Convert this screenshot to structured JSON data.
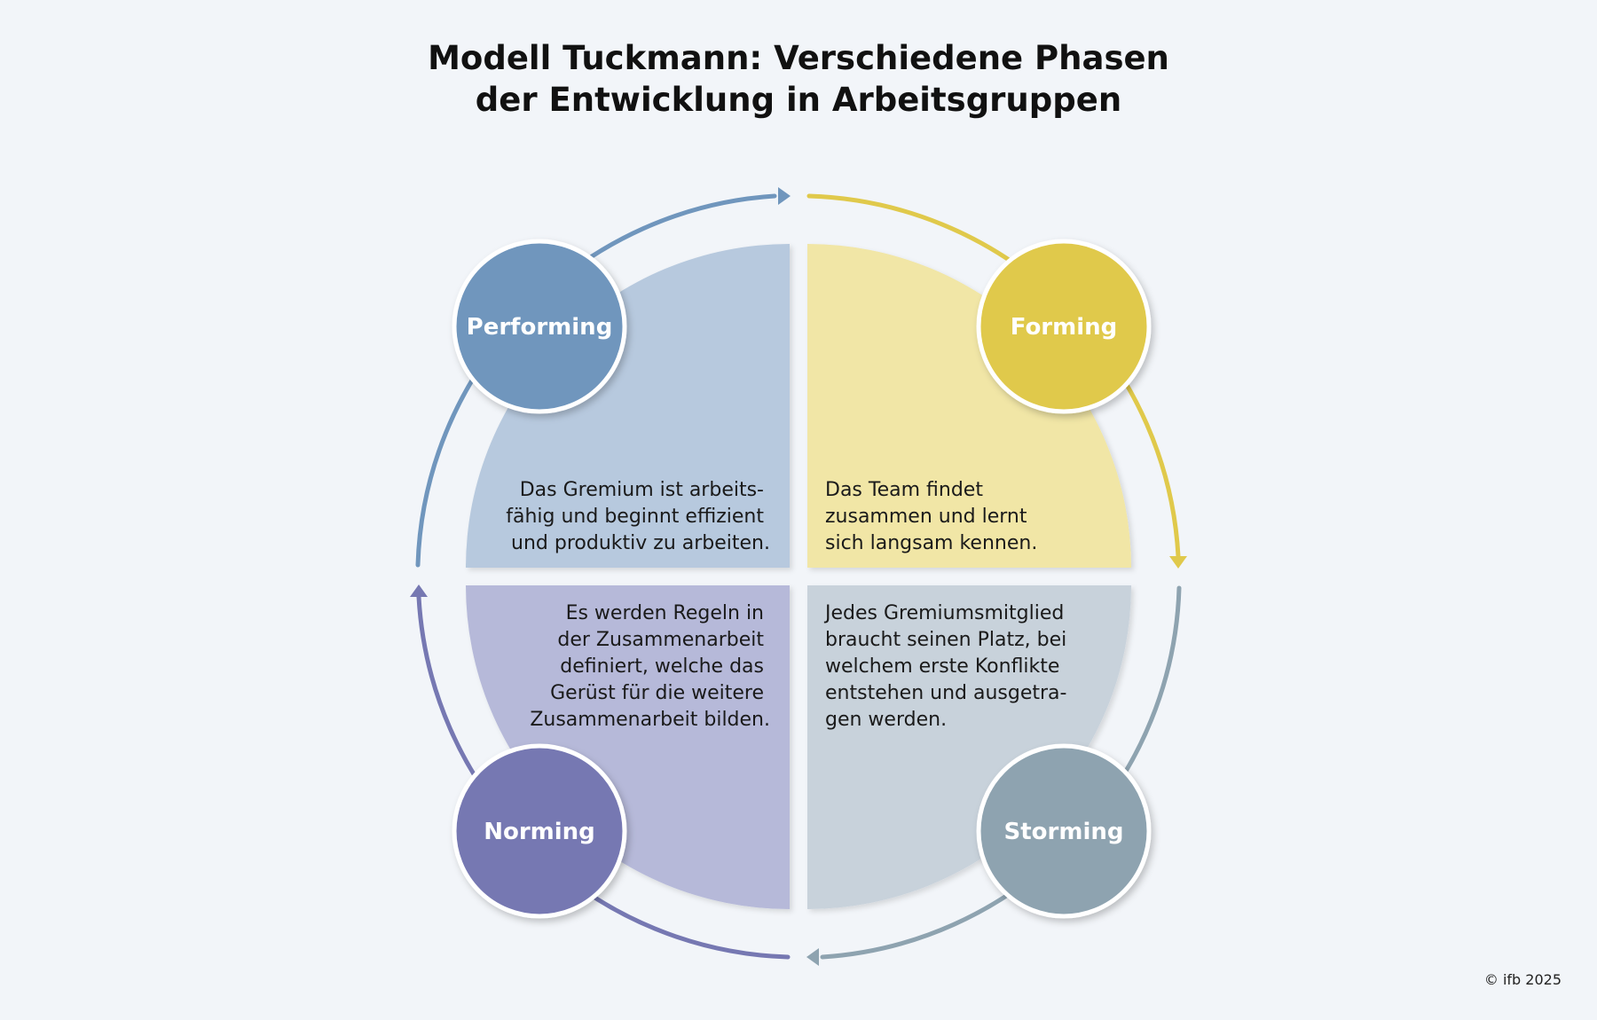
{
  "title": {
    "line1": "Modell Tuckmann: Verschiedene Phasen",
    "line2": "der Entwicklung in Arbeitsgruppen"
  },
  "colors": {
    "background": "#f2f5f9",
    "performing": "#7096bd",
    "performing_light": "#b7c9de",
    "forming": "#e0c94b",
    "forming_light": "#f1e6a6",
    "norming": "#7678b2",
    "norming_light": "#b6b9d9",
    "storming": "#8ea3b0",
    "storming_light": "#c8d2db"
  },
  "phases": {
    "forming": {
      "label": "Forming",
      "text": [
        "Das Team findet",
        "zusammen und lernt",
        "sich langsam kennen."
      ]
    },
    "storming": {
      "label": "Storming",
      "text": [
        "Jedes Gremiumsmitglied",
        "braucht seinen Platz, bei",
        "welchem erste Konflikte",
        "entstehen und ausgetra-",
        "gen werden."
      ]
    },
    "norming": {
      "label": "Norming",
      "text": [
        "Es werden Regeln in",
        "der Zusammenarbeit",
        "definiert, welche das",
        "Gerüst für die weitere",
        "Zusammenarbeit bilden."
      ]
    },
    "performing": {
      "label": "Performing",
      "text": [
        "Das Gremium ist arbeits-",
        "fähig und beginnt effizient",
        "und produktiv zu arbeiten."
      ]
    }
  },
  "copyright": "© ifb 2025"
}
